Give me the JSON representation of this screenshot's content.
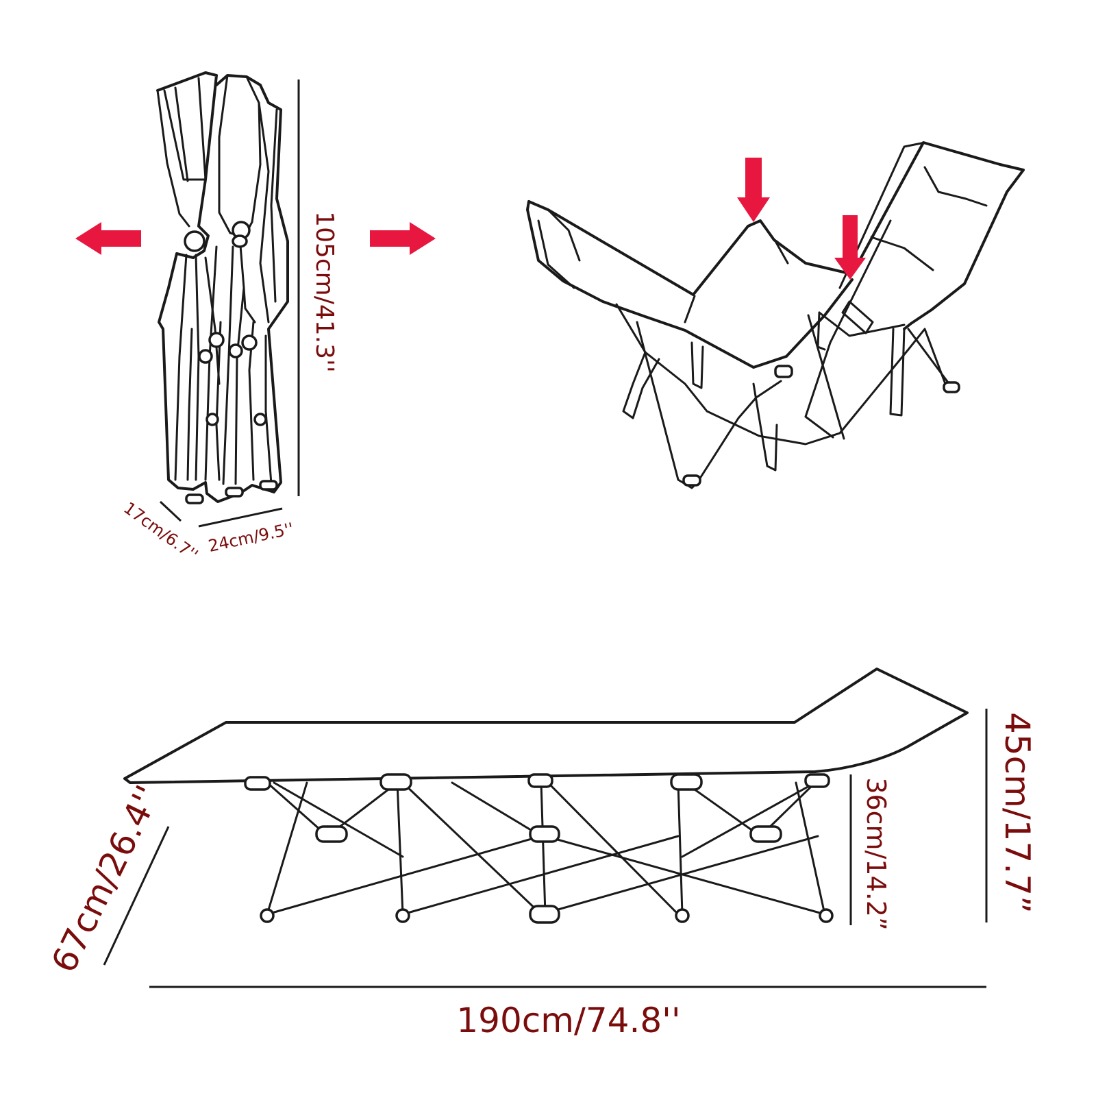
{
  "colors": {
    "label": "#7a0c0c",
    "arrow": "#e8173f",
    "line": "#1a1a1a"
  },
  "folded": {
    "height_label": "105cm/41.3''",
    "depth_label": "17cm/6.7''",
    "width_label": "24cm/9.5''",
    "arrows": [
      "arrow-left-icon",
      "arrow-right-icon"
    ]
  },
  "chair": {
    "arrows": [
      "arrow-down-icon",
      "arrow-down-icon"
    ]
  },
  "cot": {
    "length_label": "190cm/74.8''",
    "width_label": "67cm/26.4''",
    "frame_height_label": "36cm/14.2”",
    "total_height_label": "45cm/17.7”"
  }
}
